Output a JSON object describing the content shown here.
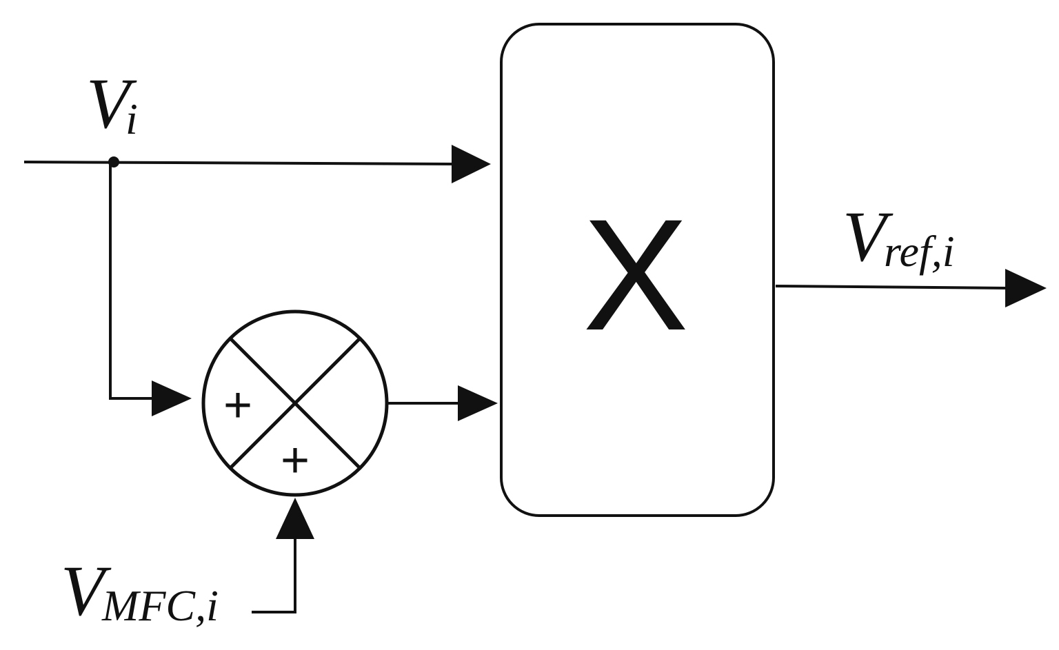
{
  "labels": {
    "input_main": "V",
    "input_sub": "i",
    "feedforward_main": "V",
    "feedforward_sub": "MFC,i",
    "output_main": "V",
    "output_sub": "ref,i"
  },
  "summing_junction": {
    "sign_left": "+",
    "sign_bottom": "+"
  },
  "multiplier": {
    "symbol": "X"
  },
  "colors": {
    "stroke": "#111111",
    "background": "#ffffff"
  }
}
